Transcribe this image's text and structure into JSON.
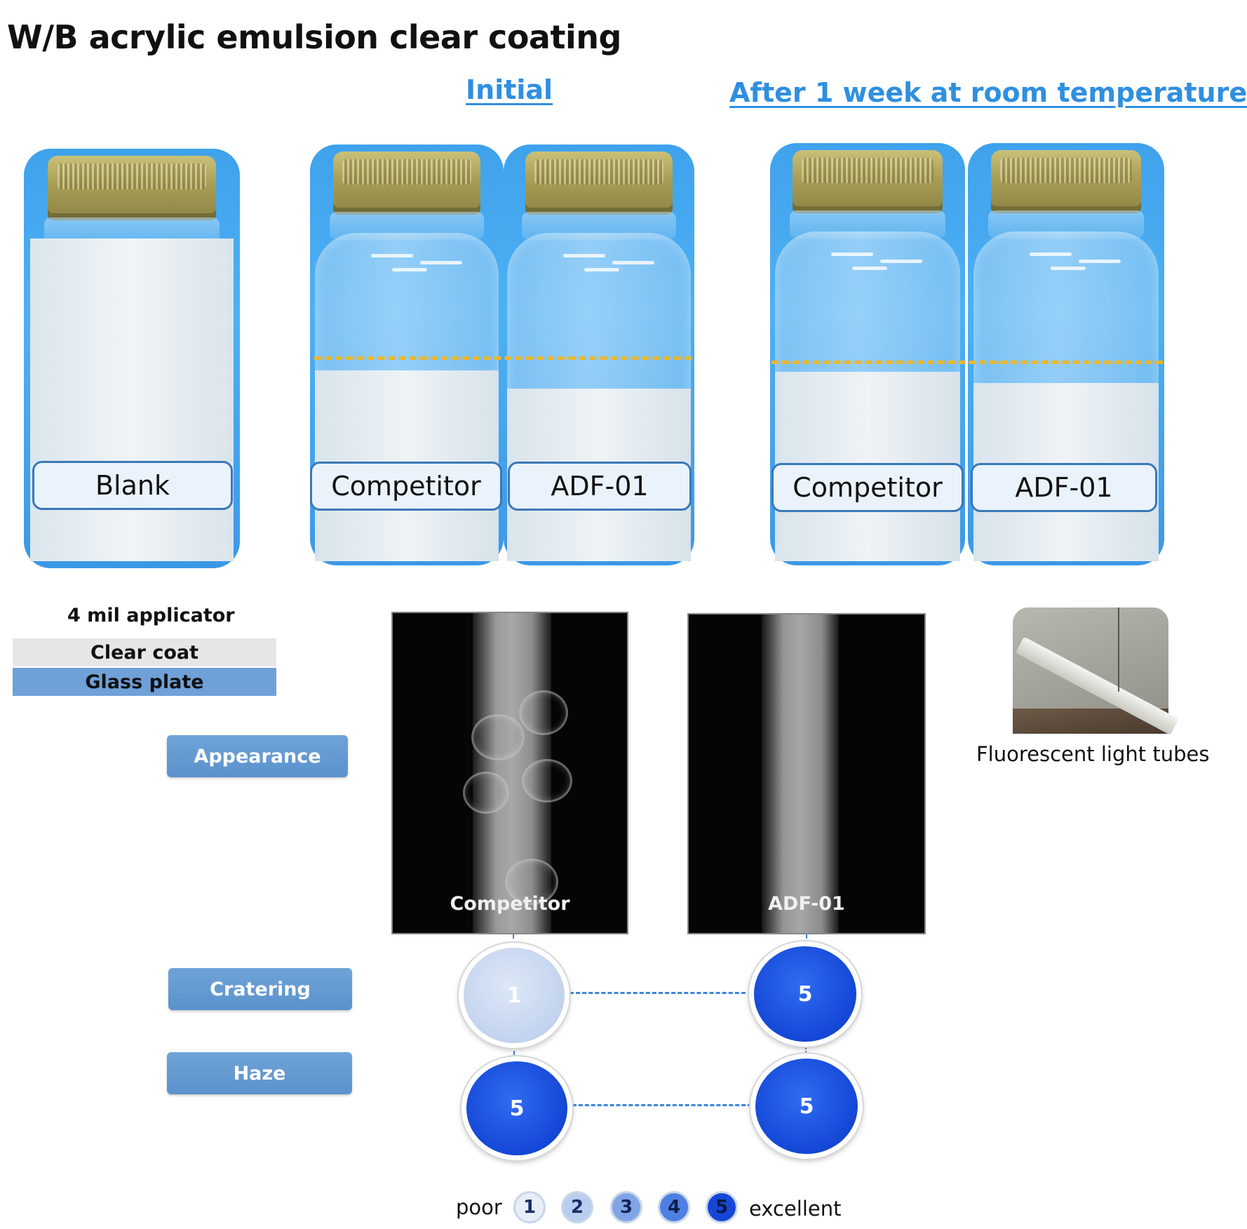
{
  "title": "W/B acrylic emulsion clear coating",
  "headings": {
    "initial": "Initial",
    "after": "After 1 week at room temperature"
  },
  "jars": {
    "blank": "Blank",
    "initial_competitor": "Competitor",
    "initial_adf": "ADF-01",
    "after_competitor": "Competitor",
    "after_adf": "ADF-01"
  },
  "applicator": {
    "title": "4 mil applicator",
    "clear_coat": "Clear coat",
    "glass_plate": "Glass plate"
  },
  "properties": {
    "appearance": "Appearance",
    "cratering": "Cratering",
    "haze": "Haze"
  },
  "films": {
    "competitor": "Competitor",
    "adf": "ADF-01"
  },
  "lamp_caption": "Fluorescent light tubes",
  "scores": {
    "competitor_cratering": "1",
    "adf_cratering": "5",
    "competitor_haze": "5",
    "adf_haze": "5"
  },
  "scale": {
    "low": "poor",
    "high": "excellent",
    "levels": [
      "1",
      "2",
      "3",
      "4",
      "5"
    ]
  },
  "colors": {
    "heading_blue": "#2f8fe0",
    "tag_blue": "#5b92cc",
    "score_blue": "#1447d6",
    "score_light": "#c3d3ee",
    "dash_yellow": "#e9b830"
  }
}
